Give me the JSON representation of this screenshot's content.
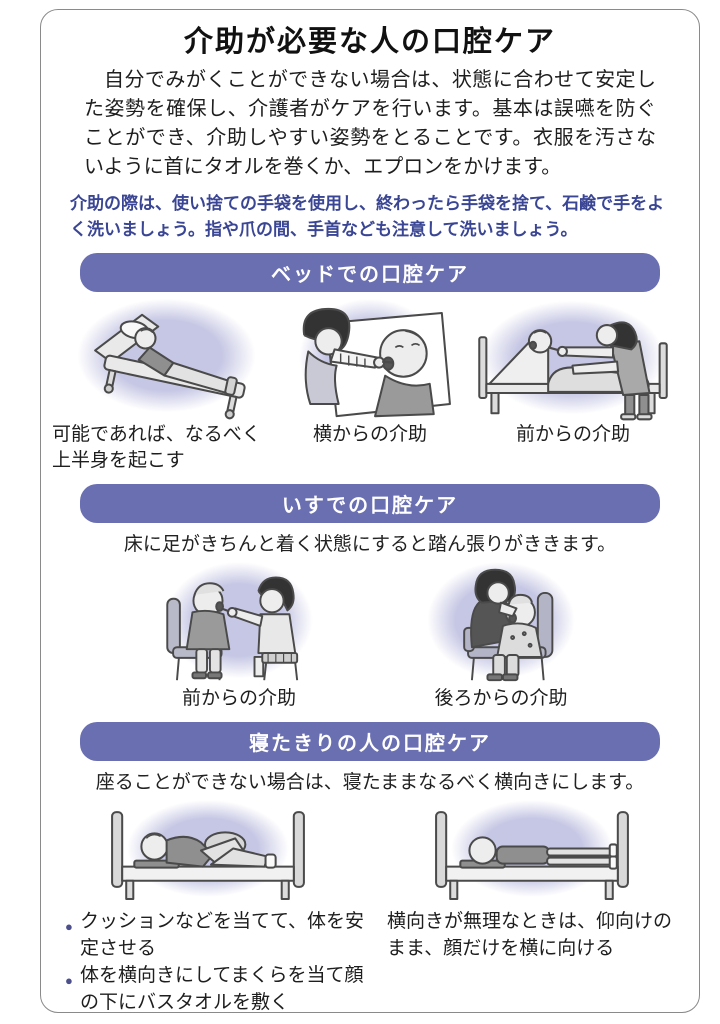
{
  "doc": {
    "title": "介助が必要な人の口腔ケア",
    "intro": "自分でみがくことができない場合は、状態に合わせて安定した姿勢を確保し、介護者がケアを行います。基本は誤嚥を防ぐことができ、介助しやすい姿勢をとることです。衣服を汚さないように首にタオルを巻くか、エプロンをかけます。",
    "note": "介助の際は、使い捨ての手袋を使用し、終わったら手袋を捨て、石鹸で手をよく洗いましょう。指や爪の間、手首なども注意して洗いましょう。",
    "sections": [
      {
        "heading": "ベッドでの口腔ケア",
        "captions": [
          "可能であれば、なるべく上半身を起こす",
          "横からの介助",
          "前からの介助"
        ],
        "illustrations": [
          "reclining-bed-care",
          "bedside-care-from-side",
          "bed-care-from-front"
        ]
      },
      {
        "heading": "いすでの口腔ケア",
        "lead": "床に足がきちんと着く状態にすると踏ん張りがききます。",
        "captions": [
          "前からの介助",
          "後ろからの介助"
        ],
        "illustrations": [
          "chair-care-from-front",
          "chair-care-from-behind"
        ]
      },
      {
        "heading": "寝たきりの人の口腔ケア",
        "lead": "座ることができない場合は、寝たままなるべく横向きにします。",
        "bullets": [
          "クッションなどを当てて、体を安定させる",
          "体を横向きにしてまくらを当て顔の下にバスタオルを敷く"
        ],
        "right_note": "横向きが無理なときは、仰向けのまま、顔だけを横に向ける",
        "illustrations": [
          "bed-lying-on-side",
          "bed-lying-on-back"
        ]
      }
    ],
    "colors": {
      "section_pill": "#6a6fb2",
      "note_text": "#3a4694",
      "halo": "#c6c7e4",
      "border": "#8a8a8a"
    }
  }
}
